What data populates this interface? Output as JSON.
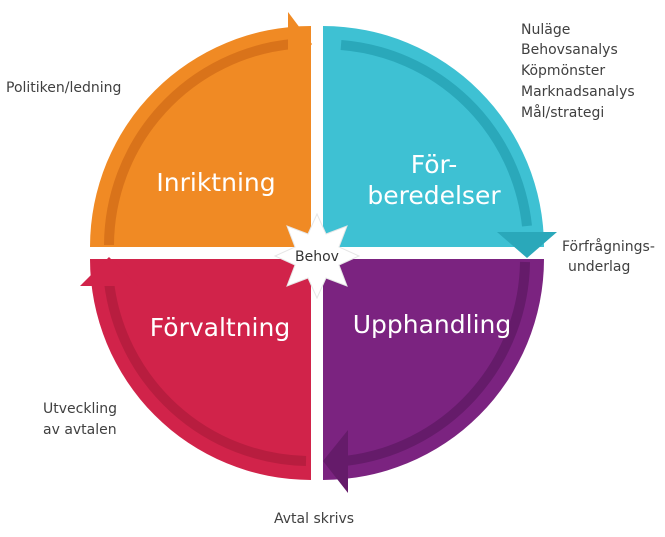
{
  "segments": {
    "top_left": {
      "label": "Inriktning",
      "color": "#F08A24",
      "arrow_color": "#D9731A"
    },
    "top_right": {
      "label_line1": "För-",
      "label_line2": "beredelser",
      "color": "#3EC1D3",
      "arrow_color": "#2AA8BA"
    },
    "bottom_right": {
      "label": "Upphandling",
      "color": "#7B2380",
      "arrow_color": "#651B6A"
    },
    "bottom_left": {
      "label": "Förvaltning",
      "color": "#D1234A",
      "arrow_color": "#B81D3F"
    }
  },
  "center": {
    "label": "Behov",
    "icon": "star-burst"
  },
  "annotations": {
    "top_left": "Politiken/ledning",
    "top_right": [
      "Nuläge",
      "Behovsanalys",
      "Köpmönster",
      "Marknadsanalys",
      "Mål/strategi"
    ],
    "right": [
      "Förfrågnings-",
      "underlag"
    ],
    "bottom": "Avtal skrivs",
    "left": [
      "Utveckling",
      "av avtalen"
    ]
  }
}
